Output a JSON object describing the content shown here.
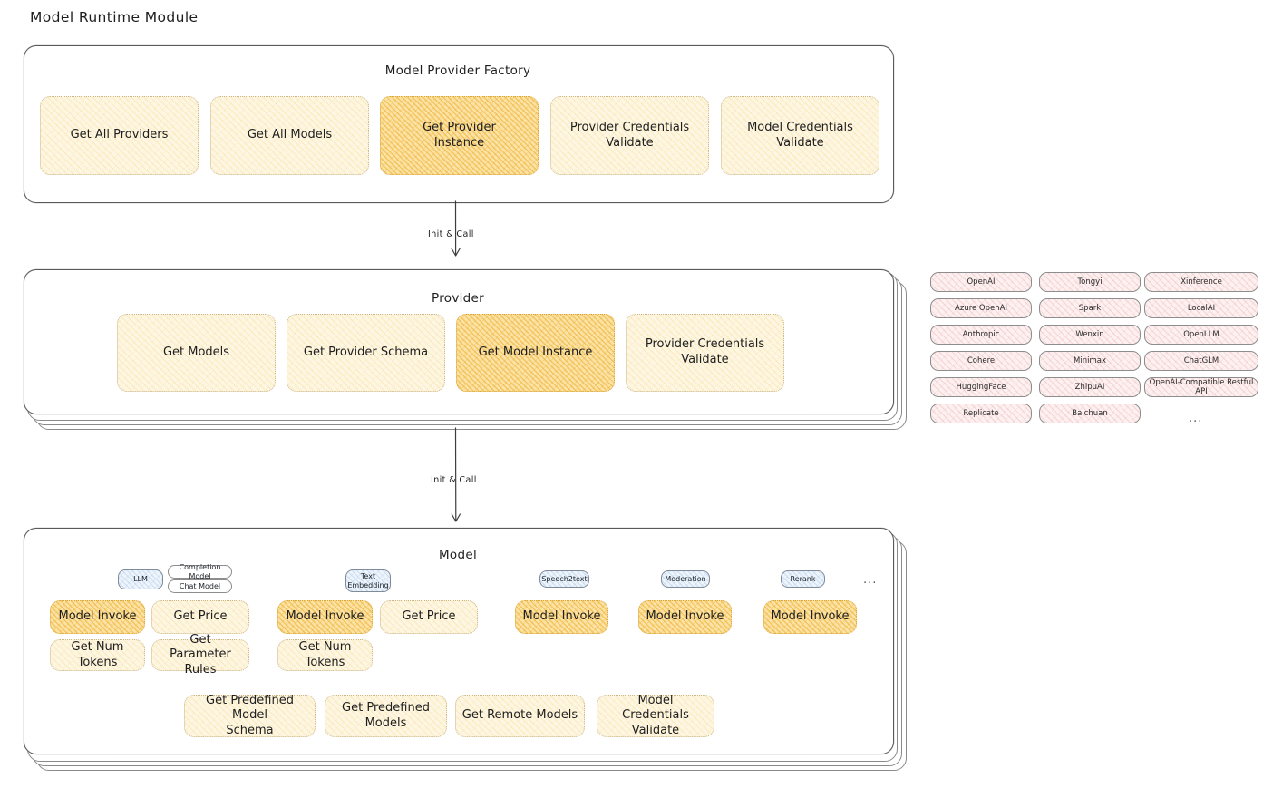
{
  "page": {
    "title": "Model Runtime Module"
  },
  "factory": {
    "title": "Model Provider Factory",
    "nodes": [
      {
        "label": "Get All Providers",
        "highlight": false
      },
      {
        "label": "Get All Models",
        "highlight": false
      },
      {
        "label": "Get Provider\nInstance",
        "highlight": true
      },
      {
        "label": "Provider Credentials\nValidate",
        "highlight": false
      },
      {
        "label": "Model Credentials\nValidate",
        "highlight": false
      }
    ]
  },
  "arrows": [
    {
      "label": "Init & Call",
      "from": "Model Provider Factory",
      "to": "Provider"
    },
    {
      "label": "Init & Call",
      "from": "Provider",
      "to": "Model"
    }
  ],
  "provider": {
    "title": "Provider",
    "nodes": [
      {
        "label": "Get Models",
        "highlight": false
      },
      {
        "label": "Get Provider Schema",
        "highlight": false
      },
      {
        "label": "Get Model Instance",
        "highlight": true
      },
      {
        "label": "Provider Credentials\nValidate",
        "highlight": false
      }
    ]
  },
  "provider_list": {
    "columns": [
      {
        "items": [
          "OpenAI",
          "Azure OpenAI",
          "Anthropic",
          "Cohere",
          "HuggingFace",
          "Replicate"
        ]
      },
      {
        "items": [
          "Tongyi",
          "Spark",
          "Wenxin",
          "Minimax",
          "ZhipuAI",
          "Baichuan"
        ]
      },
      {
        "items": [
          "Xinference",
          "LocalAI",
          "OpenLLM",
          "ChatGLM",
          "OpenAI-Compatible Restful API"
        ]
      }
    ],
    "more": "..."
  },
  "model": {
    "title": "Model",
    "more": "...",
    "types": [
      {
        "badge": "LLM",
        "sub_badges": [
          "Completion Model",
          "Chat Model"
        ],
        "methods": [
          {
            "label": "Model Invoke",
            "highlight": true
          },
          {
            "label": "Get Price",
            "highlight": false
          },
          {
            "label": "Get Num Tokens",
            "highlight": false
          },
          {
            "label": "Get Parameter\nRules",
            "highlight": false
          }
        ]
      },
      {
        "badge": "Text\nEmbedding",
        "sub_badges": [],
        "methods": [
          {
            "label": "Model Invoke",
            "highlight": true
          },
          {
            "label": "Get Price",
            "highlight": false
          },
          {
            "label": "Get Num Tokens",
            "highlight": false
          }
        ]
      },
      {
        "badge": "Speech2text",
        "sub_badges": [],
        "methods": [
          {
            "label": "Model Invoke",
            "highlight": true
          }
        ]
      },
      {
        "badge": "Moderation",
        "sub_badges": [],
        "methods": [
          {
            "label": "Model Invoke",
            "highlight": true
          }
        ]
      },
      {
        "badge": "Rerank",
        "sub_badges": [],
        "methods": [
          {
            "label": "Model Invoke",
            "highlight": true
          }
        ]
      }
    ],
    "shared_methods": [
      {
        "label": "Get Predefined Model\nSchema",
        "highlight": false
      },
      {
        "label": "Get Predefined\nModels",
        "highlight": false
      },
      {
        "label": "Get Remote Models",
        "highlight": false
      },
      {
        "label": "Model Credentials\nValidate",
        "highlight": false
      }
    ]
  },
  "colors": {
    "node_fill": "#fdf6e3",
    "node_highlight_fill": "#fbe3a6",
    "provider_chip_fill": "#fdf0f0",
    "model_badge_fill": "#eef4fb",
    "stroke": "#5a5a5a"
  }
}
